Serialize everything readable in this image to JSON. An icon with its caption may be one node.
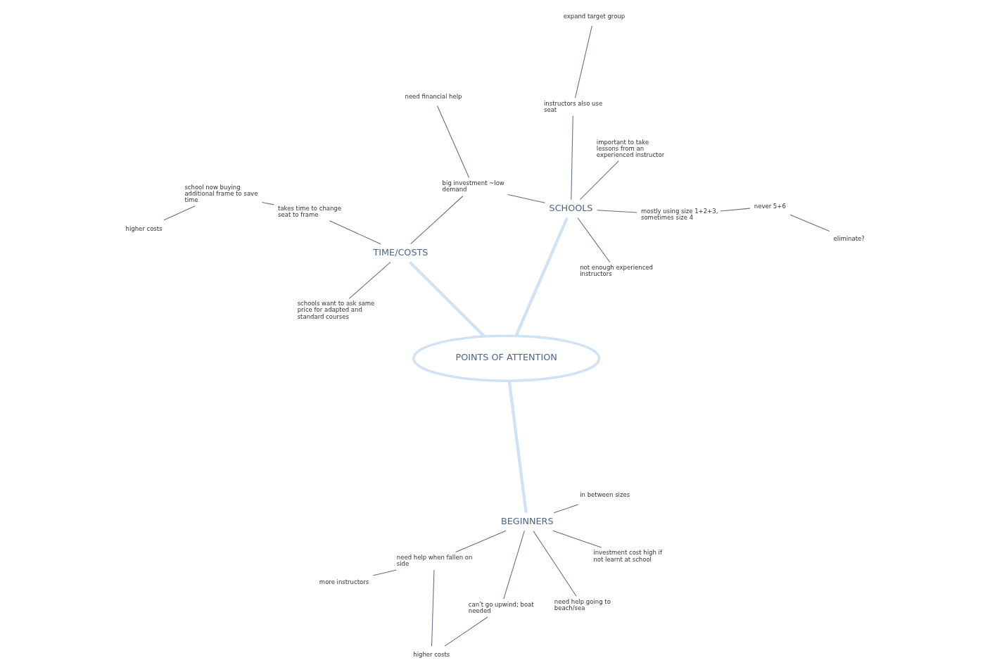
{
  "diagram": {
    "nodes": [
      {
        "text": [
          "POINTS OF ATTENTION"
        ]
      },
      {
        "text": [
          "TIME/COSTS"
        ]
      },
      {
        "text": [
          "schools want to ask same price for adapted and standard courses"
        ]
      },
      {
        "text": [
          "big investment ~low demand"
        ]
      },
      {
        "text": [
          "need financial help"
        ]
      },
      {
        "text": [
          "takes time to change seat to frame"
        ]
      },
      {
        "text": [
          "school now buying additional frame to save time"
        ]
      },
      {
        "text": [
          "higher costs"
        ]
      },
      {
        "text": [
          "SCHOOLS"
        ]
      },
      {
        "text": [
          "expand target group"
        ]
      },
      {
        "text": [
          "instructors also use seat"
        ]
      },
      {
        "text": [
          "not enough experienced instructors"
        ]
      },
      {
        "text": [
          "mostly using size 1+2+3, sometimes size 4"
        ]
      },
      {
        "text": [
          "never 5+6"
        ]
      },
      {
        "text": [
          "eliminate?"
        ]
      },
      {
        "text": [
          "important to take lessons from an experienced instructor"
        ]
      },
      {
        "text": [
          "BEGINNERS"
        ]
      },
      {
        "text": [
          "in between sizes"
        ]
      },
      {
        "text": [
          "investment cost high if not learnt at school"
        ]
      },
      {
        "text": [
          "need help going to beach/sea"
        ]
      },
      {
        "text": [
          "can’t go upwind; boat needed"
        ]
      },
      {
        "text": [
          "need help when fallen on side"
        ]
      },
      {
        "text": [
          "higher costs"
        ]
      },
      {
        "text": [
          "more instructors"
        ]
      }
    ],
    "edges": [
      {
        "from": 0,
        "to": 1,
        "arrow": "none",
        "style": "thick",
        "color": "#cfe3f5"
      },
      {
        "from": 0,
        "to": 8,
        "arrow": "none",
        "style": "thick",
        "color": "#cfe3f5"
      },
      {
        "from": 0,
        "to": 16,
        "arrow": "none",
        "style": "thick",
        "color": "#cfe3f5"
      },
      {
        "from": 1,
        "to": 2,
        "arrow": "none"
      },
      {
        "from": 1,
        "to": 3,
        "arrow": "none"
      },
      {
        "from": 3,
        "to": 4,
        "arrow": "none"
      },
      {
        "from": 3,
        "to": 8,
        "arrow": "none"
      },
      {
        "from": 1,
        "to": 5,
        "arrow": "none"
      },
      {
        "from": 5,
        "to": 6,
        "arrow": "none"
      },
      {
        "from": 6,
        "to": 7,
        "arrow": "none"
      },
      {
        "from": 9,
        "to": 10,
        "arrow": "none"
      },
      {
        "from": 10,
        "to": 8,
        "arrow": "none"
      },
      {
        "from": 11,
        "to": 8,
        "arrow": "none"
      },
      {
        "from": 8,
        "to": 12,
        "arrow": "none"
      },
      {
        "from": 12,
        "to": 13,
        "arrow": "none"
      },
      {
        "from": 13,
        "to": 14,
        "arrow": "none"
      },
      {
        "from": 8,
        "to": 15,
        "arrow": "none"
      },
      {
        "from": 16,
        "to": 17,
        "arrow": "none"
      },
      {
        "from": 16,
        "to": 18,
        "arrow": "none"
      },
      {
        "from": 16,
        "to": 19,
        "arrow": "none"
      },
      {
        "from": 16,
        "to": 20,
        "arrow": "none"
      },
      {
        "from": 16,
        "to": 21,
        "arrow": "none"
      },
      {
        "from": 20,
        "to": 22,
        "arrow": "none"
      },
      {
        "from": 21,
        "to": 22,
        "arrow": "none"
      },
      {
        "from": 21,
        "to": 23,
        "arrow": "none"
      }
    ]
  }
}
